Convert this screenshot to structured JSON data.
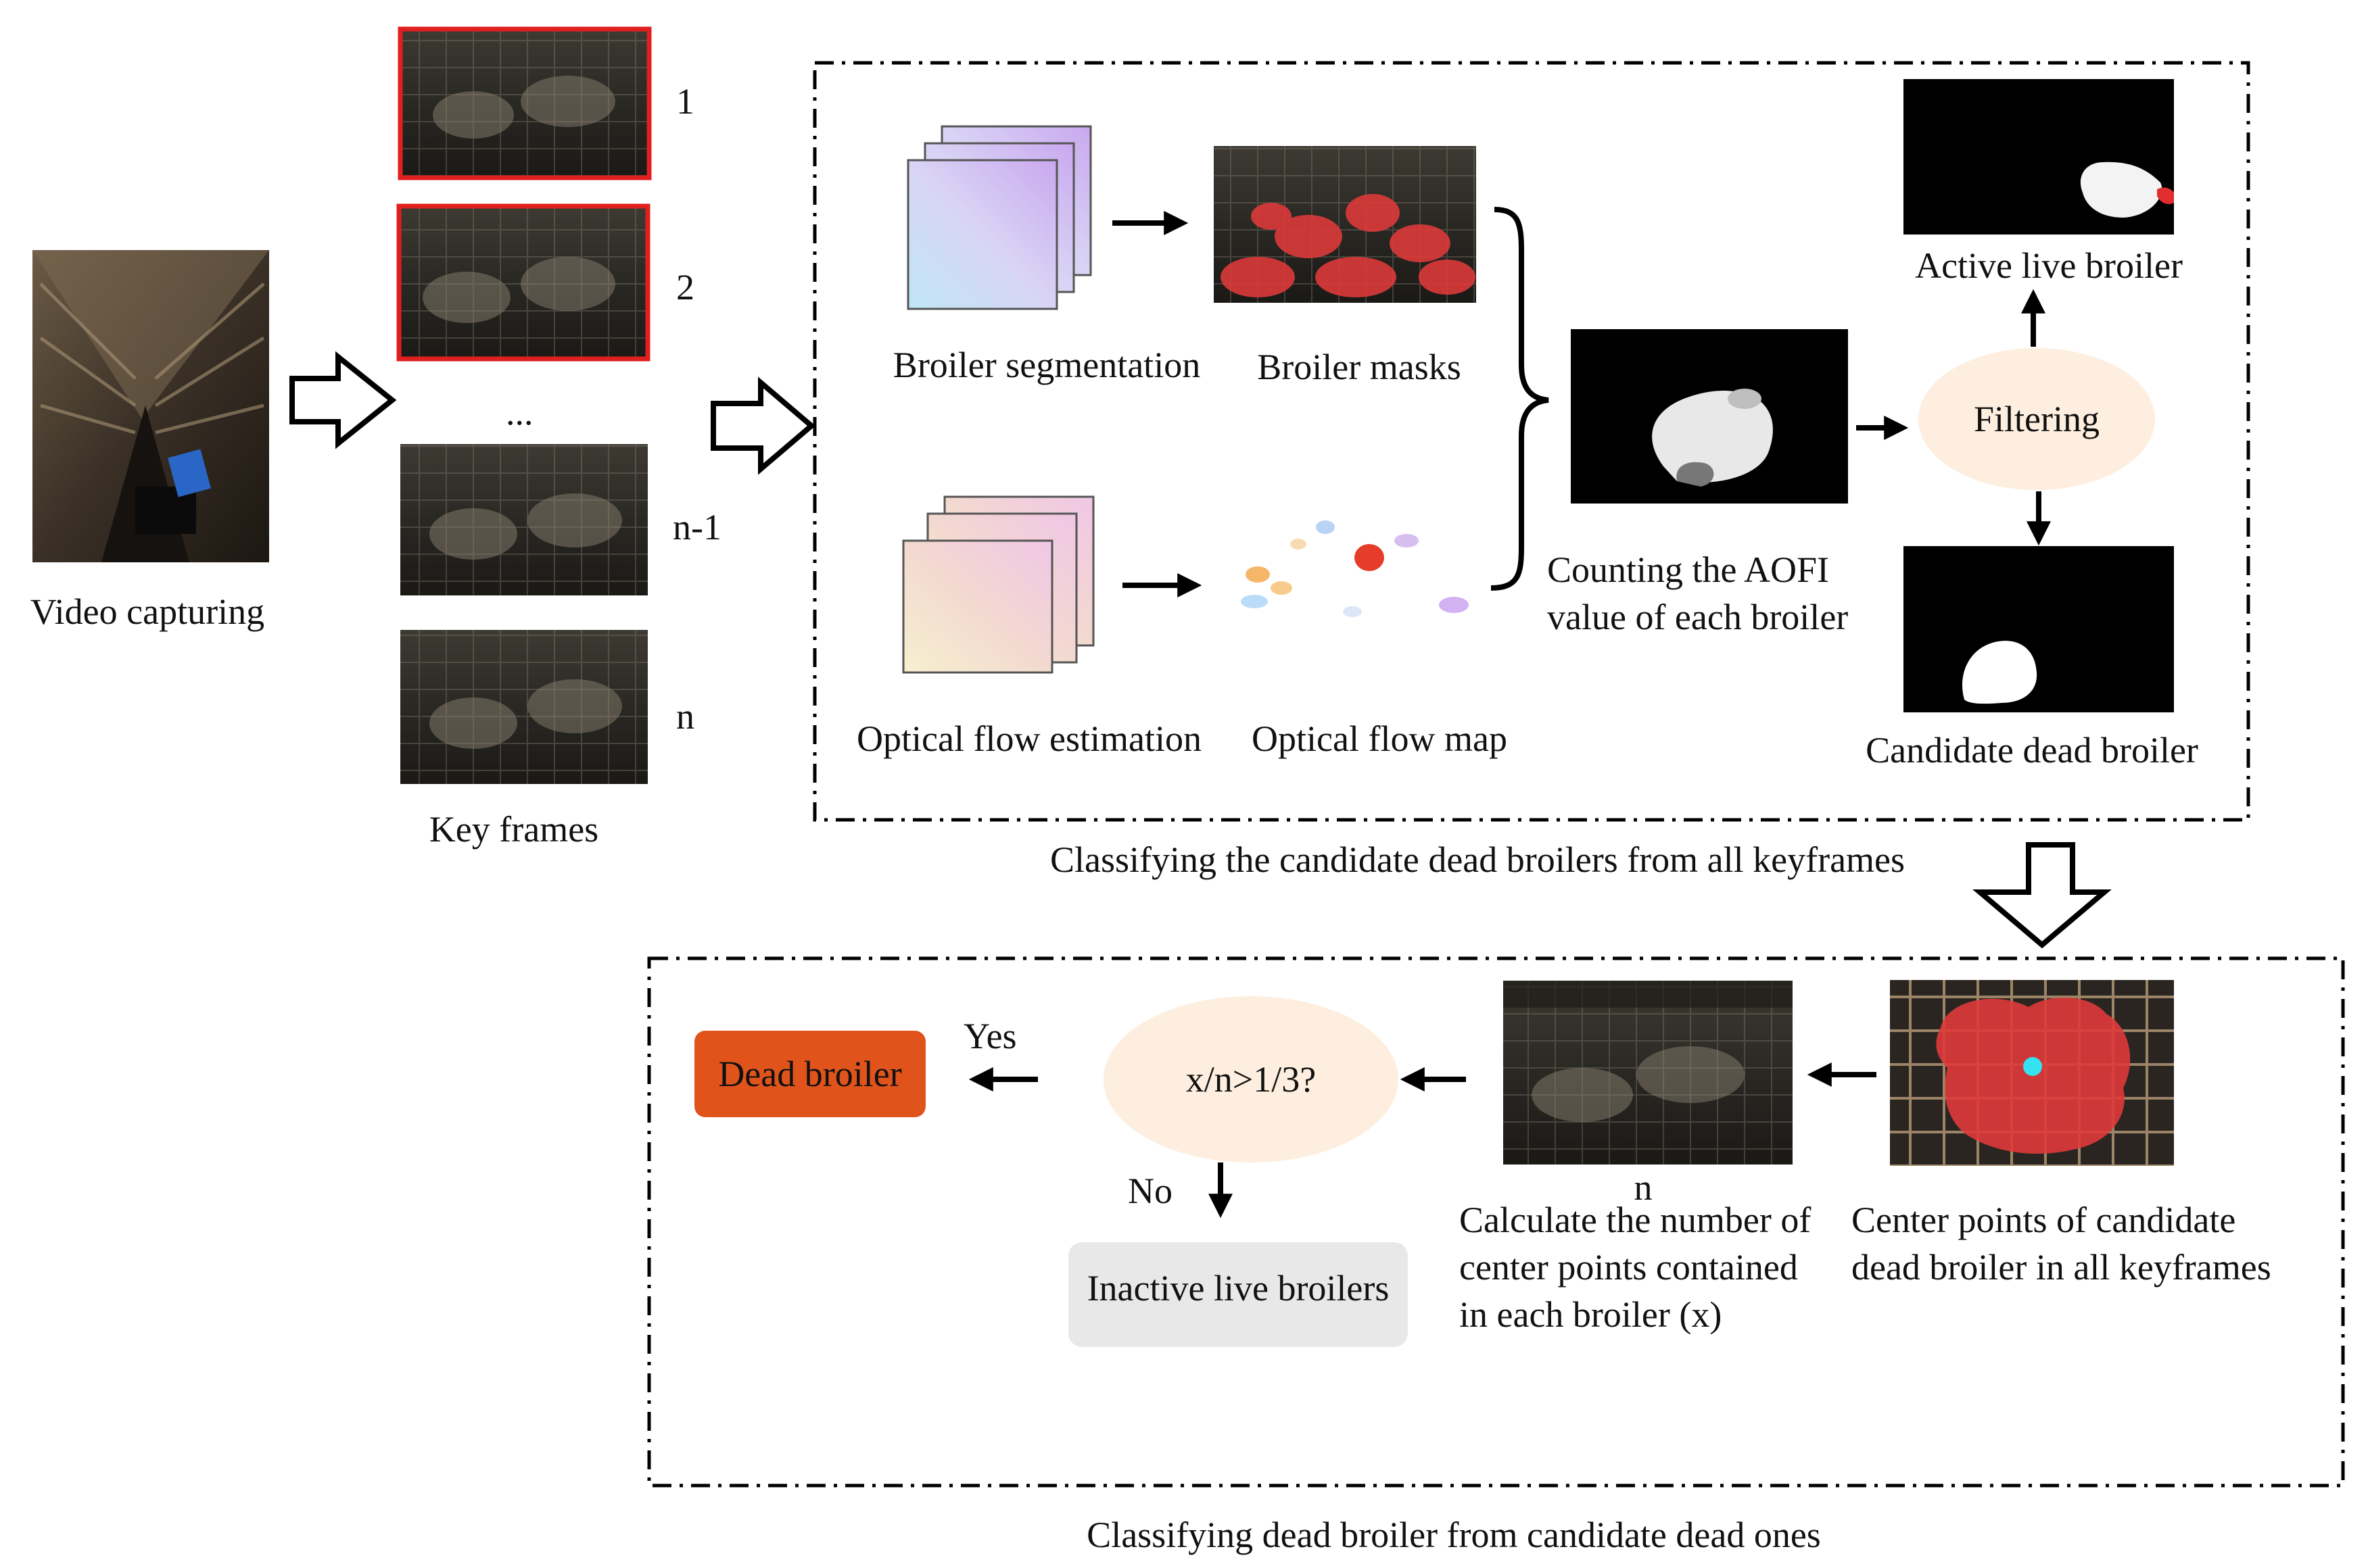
{
  "input": {
    "label": "Video capturing"
  },
  "keyframes": {
    "label": "Key frames",
    "frame_indices": [
      "1",
      "2",
      "...",
      "n-1",
      "n"
    ]
  },
  "stage1": {
    "segmentation_label": "Broiler segmentation",
    "masks_label": "Broiler masks",
    "flow_estimation_label": "Optical flow estimation",
    "flow_map_label": "Optical flow map",
    "aofi_label_line1": "Counting the AOFI",
    "aofi_label_line2": "value of  each broiler",
    "filtering_label": "Filtering",
    "active_label": "Active live broiler",
    "candidate_label": "Candidate dead broiler",
    "caption": "Classifying the candidate dead broilers from all keyframes"
  },
  "stage2": {
    "center_points_line1": "Center points of candidate",
    "center_points_line2": "dead broiler in all keyframes",
    "frame_label": "n",
    "calc_line1": "Calculate the number of",
    "calc_line2": "center points contained",
    "calc_line3": "in each broiler (x)",
    "decision_label": "x/n>1/3?",
    "yes_label": "Yes",
    "no_label": "No",
    "dead_label": "Dead broiler",
    "inactive_label": "Inactive live broilers",
    "caption": "Classifying dead broiler  from candidate dead ones"
  },
  "colors": {
    "dead_box": "#E0541C",
    "decision_fill": "#FDEEDF",
    "mask_red": "#E03A3A",
    "inactive_box": "#E8E8E8"
  }
}
